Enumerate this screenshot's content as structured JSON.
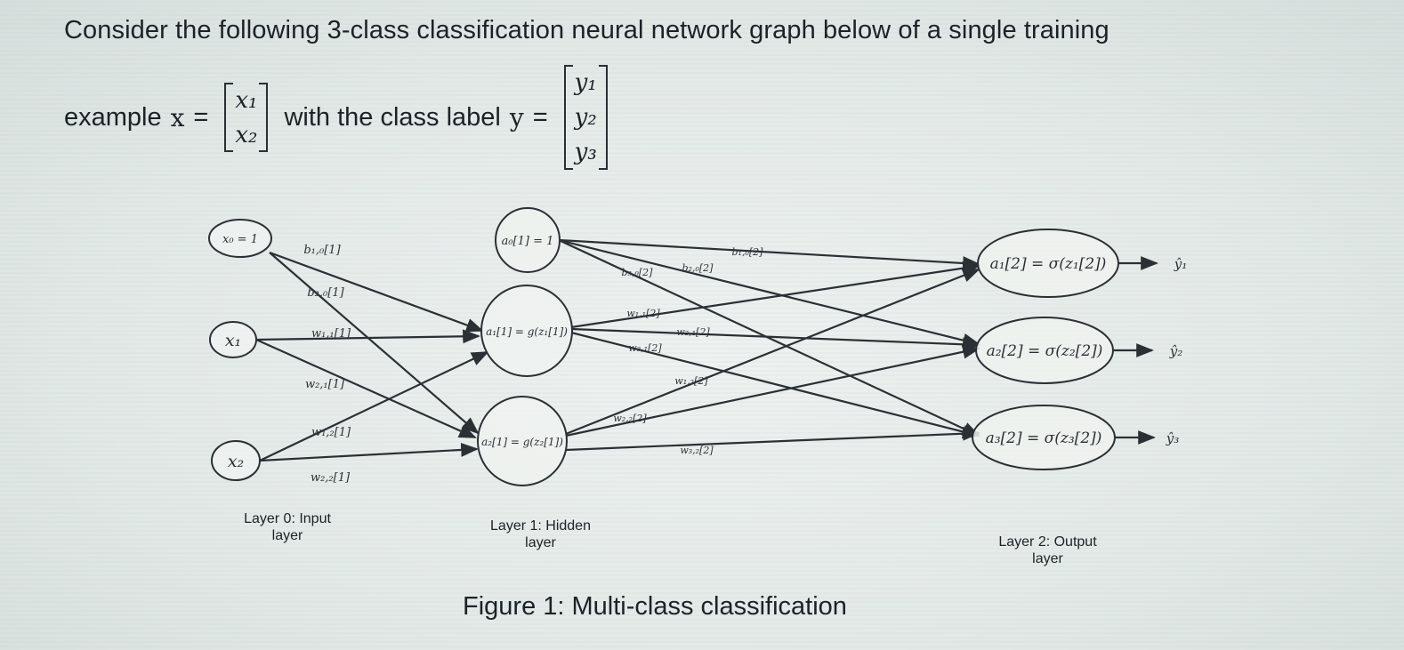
{
  "problem": {
    "statement": "Consider the following 3-class classification neural network graph below of a single training",
    "example_prefix": "example",
    "x_symbol": "x",
    "eq": "=",
    "x_entries": [
      "x₁",
      "x₂"
    ],
    "label_text": "with the class label",
    "y_symbol": "y",
    "y_entries": [
      "y₁",
      "y₂",
      "y₃"
    ]
  },
  "network": {
    "input_nodes": [
      "x₀ = 1",
      "x₁",
      "x₂"
    ],
    "hidden_nodes": [
      "a₀[1] = 1",
      "a₁[1] = g(z₁[1])",
      "a₂[1] = g(z₂[1])"
    ],
    "output_nodes": [
      "a₁[2] = σ(z₁[2])",
      "a₂[2] = σ(z₂[2])",
      "a₃[2] = σ(z₃[2])"
    ],
    "predictions": [
      "ŷ₁",
      "ŷ₂",
      "ŷ₃"
    ],
    "layer1_weights": [
      "b₁,₀[1]",
      "b₂,₀[1]",
      "w₁,₁[1]",
      "w₂,₁[1]",
      "w₁,₂[1]",
      "w₂,₂[1]"
    ],
    "layer2_weights": [
      "b₁,₀[2]",
      "b₃,₀[2]",
      "b₂,₀[2]",
      "w₁,₁[2]",
      "w₂,₁[2]",
      "w₃,₁[2]",
      "w₁,₂[2]",
      "w₂,₂[2]",
      "w₃,₂[2]"
    ]
  },
  "layers": {
    "input": [
      "Layer 0: Input",
      "layer"
    ],
    "hidden": [
      "Layer 1: Hidden",
      "layer"
    ],
    "output": [
      "Layer 2: Output",
      "layer"
    ]
  },
  "figure_caption": "Figure 1: Multi-class classification"
}
